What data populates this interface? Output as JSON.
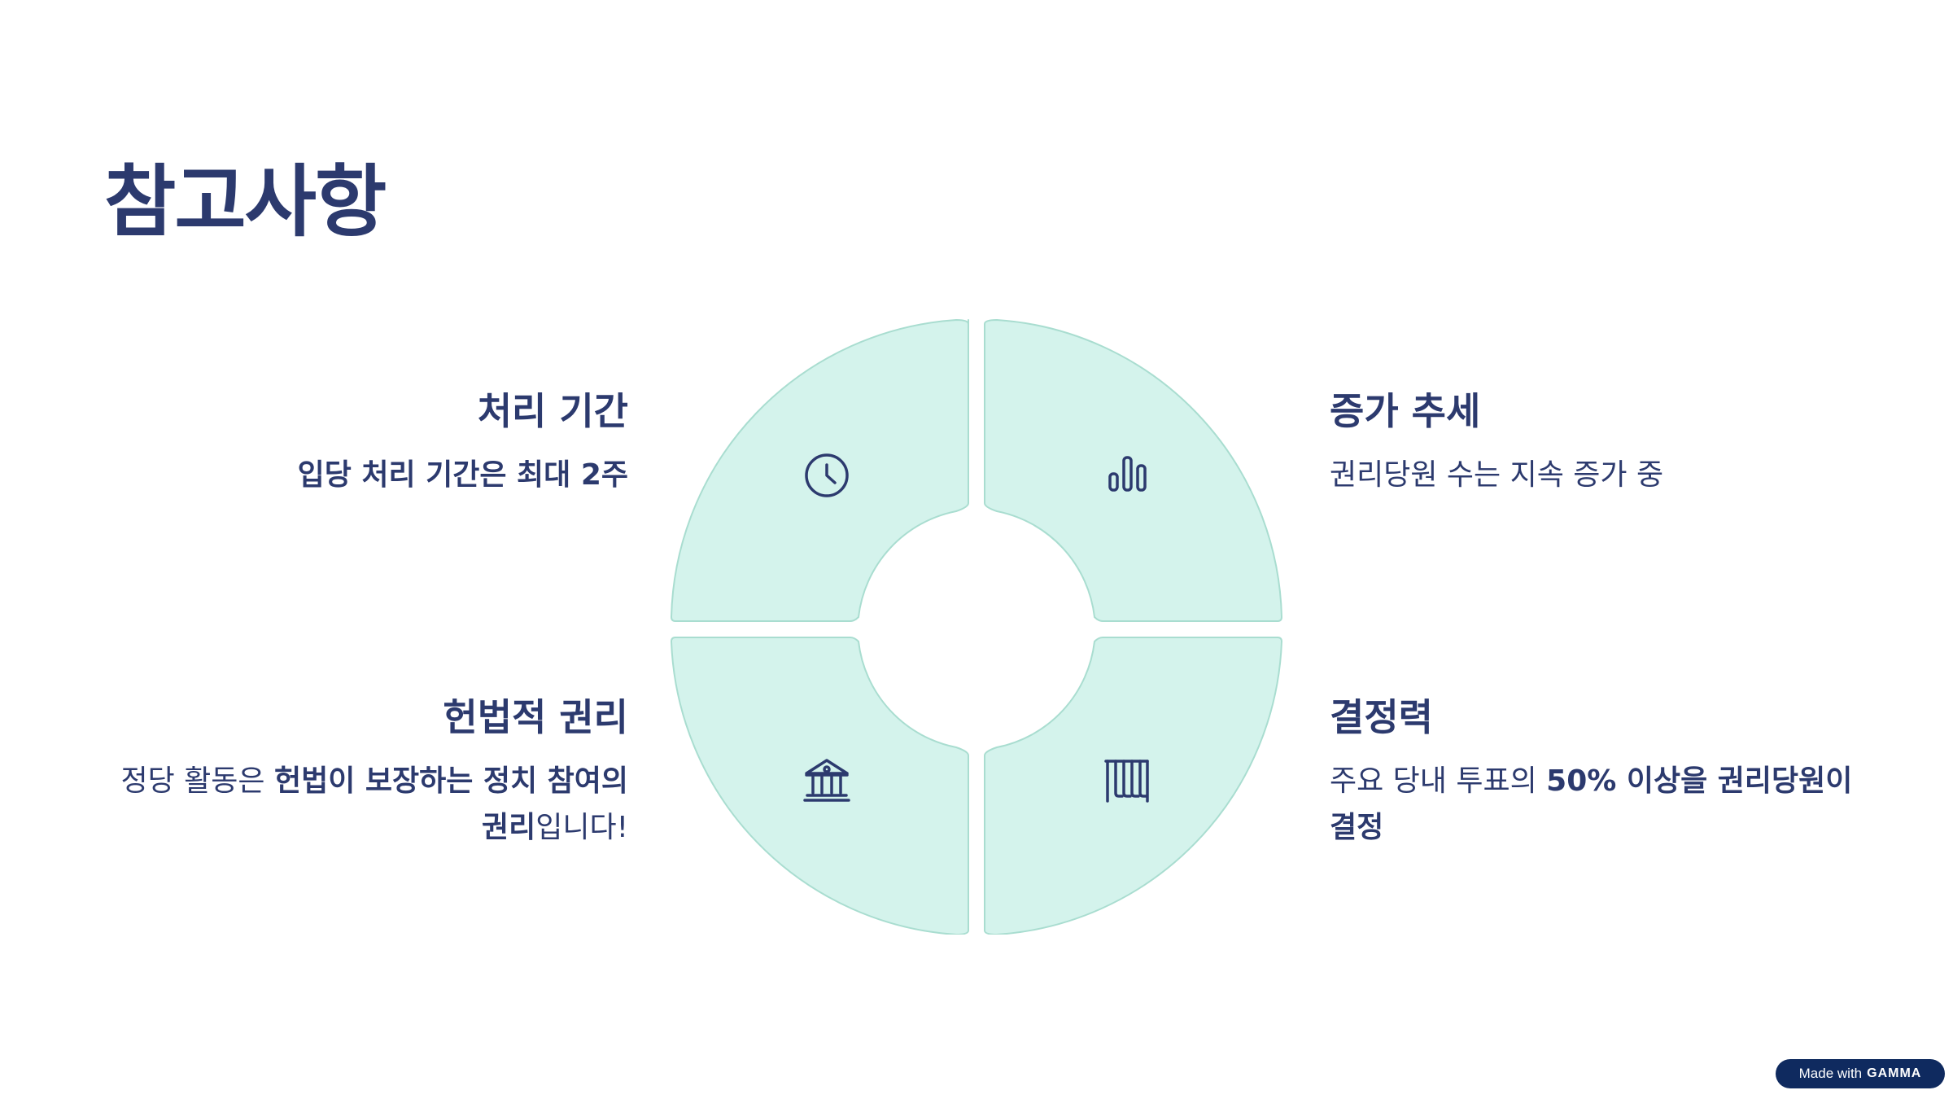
{
  "slide": {
    "title": "참고사항"
  },
  "items": {
    "top_left": {
      "heading": "처리 기간",
      "body_parts": [
        {
          "text": "입당 처리 기간은 최대 2주",
          "bold": true
        }
      ]
    },
    "top_right": {
      "heading": "증가 추세",
      "body_parts": [
        {
          "text": "권리당원 수는 지속 증가 중",
          "bold": false
        }
      ]
    },
    "bottom_left": {
      "heading": "헌법적 권리",
      "body_parts": [
        {
          "text": "정당 활동은 ",
          "bold": false
        },
        {
          "text": "헌법이 보장하는 정치 참여의 권리",
          "bold": true
        },
        {
          "text": "입니다!",
          "bold": false
        }
      ]
    },
    "bottom_right": {
      "heading": "결정력",
      "body_parts": [
        {
          "text": "주요 당내 투표의 ",
          "bold": false
        },
        {
          "text": "50% 이상을 권리당원이 결정",
          "bold": true
        }
      ]
    }
  },
  "icons": {
    "top_left": "clock-icon",
    "top_right": "bar-chart-icon",
    "bottom_left": "government-building-icon",
    "bottom_right": "columns-icon"
  },
  "colors": {
    "text": "#2c3a6e",
    "segment_fill": "#d4f3ec",
    "segment_stroke": "#a9ddd0",
    "badge_bg": "#0f2a5f"
  },
  "badge": {
    "prefix": "Made with",
    "brand": "GAMMA"
  }
}
